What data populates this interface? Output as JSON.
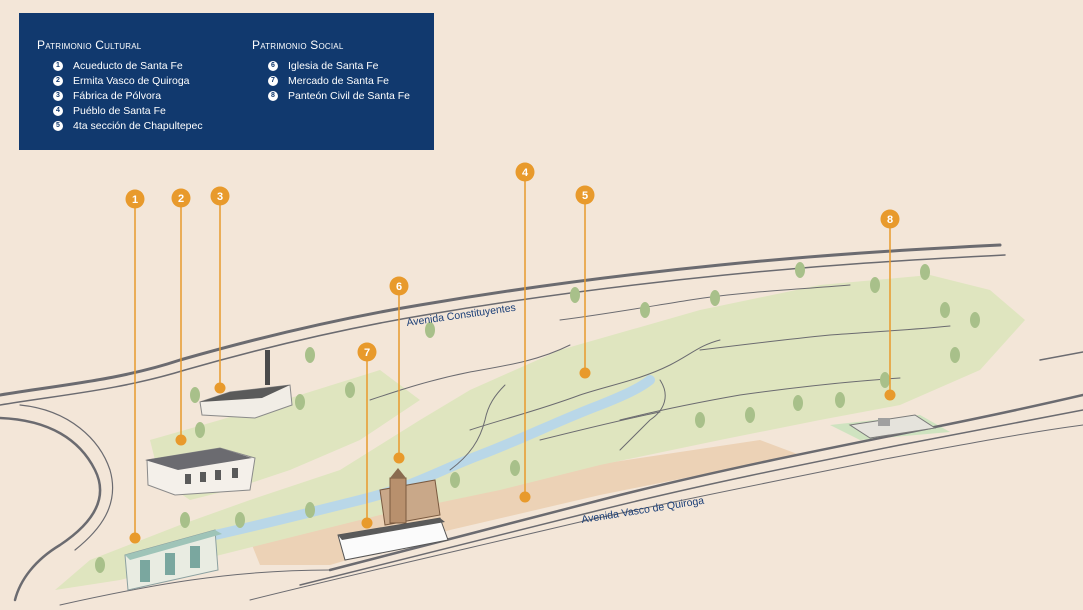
{
  "legend": {
    "cultural": {
      "title": "Patrimonio Cultural",
      "items": [
        {
          "num": "1",
          "label": "Acueducto de Santa Fe"
        },
        {
          "num": "2",
          "label": "Ermita Vasco de Quiroga"
        },
        {
          "num": "3",
          "label": "Fábrica de Pólvora"
        },
        {
          "num": "4",
          "label": "Puéblo de Santa Fe"
        },
        {
          "num": "5",
          "label": "4ta sección de Chapultepec"
        }
      ]
    },
    "social": {
      "title": "Patrimonio Social",
      "items": [
        {
          "num": "6",
          "label": "Iglesia de Santa Fe"
        },
        {
          "num": "7",
          "label": "Mercado de Santa Fe"
        },
        {
          "num": "8",
          "label": "Panteón Civil de Santa Fe"
        }
      ]
    }
  },
  "roads": {
    "constituyentes": "Avenida Constituyentes",
    "vasco_quiroga": "Avenida Vasco de Quiroga"
  },
  "markers": [
    "1",
    "2",
    "3",
    "4",
    "5",
    "6",
    "7",
    "8"
  ],
  "colors": {
    "background": "#f3e6d8",
    "legend_bg": "#11396e",
    "marker": "#e89a2c",
    "park": "#dfe5bf",
    "river": "#b9d7e8",
    "road": "#6b6b70",
    "road_label": "#1b3f78"
  }
}
